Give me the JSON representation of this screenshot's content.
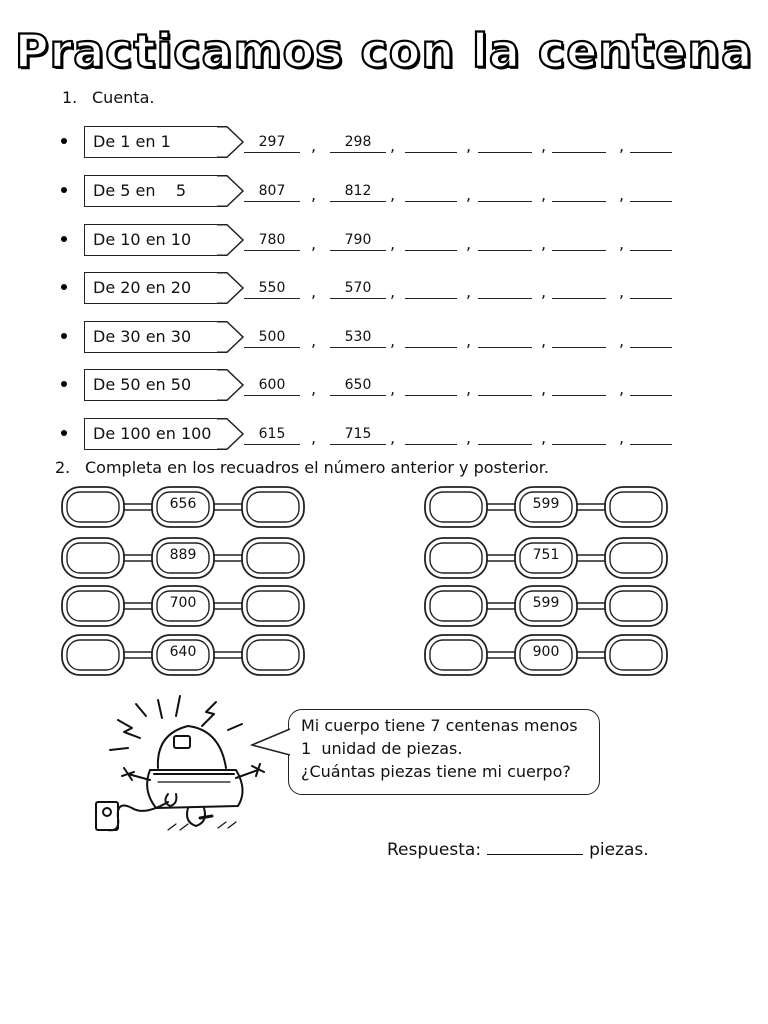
{
  "title": "Practicamos con la centena",
  "section1": {
    "number": "1.",
    "label": "Cuenta."
  },
  "counting_rows": [
    {
      "label": "De 1 en 1",
      "values": [
        "297",
        "298",
        "",
        "",
        "",
        ""
      ]
    },
    {
      "label": "De 5 en    5",
      "values": [
        "807",
        "812",
        "",
        "",
        "",
        ""
      ]
    },
    {
      "label": "De 10 en 10",
      "values": [
        "780",
        "790",
        "",
        "",
        "",
        ""
      ]
    },
    {
      "label": "De 20 en 20",
      "values": [
        "550",
        "570",
        "",
        "",
        "",
        ""
      ]
    },
    {
      "label": "De 30 en 30",
      "values": [
        "500",
        "530",
        "",
        "",
        "",
        ""
      ]
    },
    {
      "label": "De 50 en 50",
      "values": [
        "600",
        "650",
        "",
        "",
        "",
        ""
      ]
    },
    {
      "label": "De 100 en 100",
      "values": [
        "615",
        "715",
        "",
        "",
        "",
        ""
      ]
    }
  ],
  "section2": {
    "number": "2.",
    "label": "Completa en los recuadros el número anterior y posterior."
  },
  "chains_left": [
    "656",
    "889",
    "700",
    "640"
  ],
  "chains_right": [
    "599",
    "751",
    "599",
    "900"
  ],
  "bubble": {
    "lines": [
      "Mi cuerpo tiene 7 centenas menos",
      "1  unidad de piezas.",
      "¿Cuántas piezas tiene mi cuerpo?"
    ]
  },
  "answer": {
    "label": "Respuesta:",
    "unit": "piezas."
  }
}
